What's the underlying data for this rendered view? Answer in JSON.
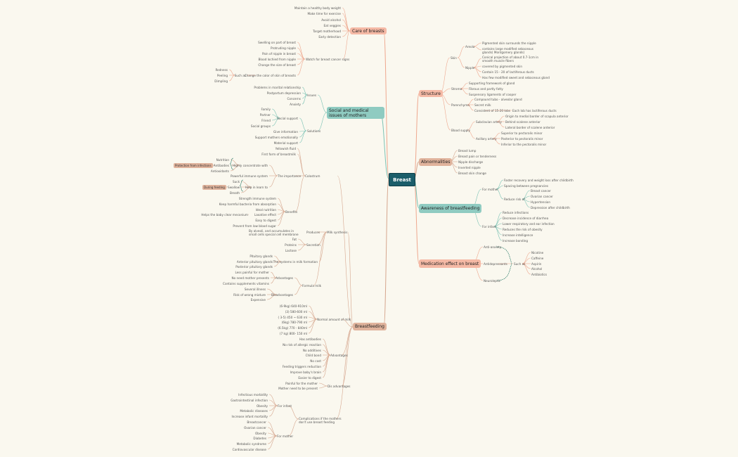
{
  "root": "Breast",
  "colors": {
    "salmon": "#f5b9a5",
    "teal": "#8fcbc1",
    "tan": "#e0b39c",
    "link_salmon": "#eea88f",
    "link_teal": "#7cc3b5",
    "link_tan": "#d6a78f",
    "root_bg": "#1b5e6a"
  },
  "care": {
    "title": "Care of breasts",
    "items": [
      "Maintain a healthy body weight",
      "Make time for exercise",
      "Avoid alcohol",
      "Eat veggies",
      "Target motherhood",
      "Early detection"
    ],
    "cancer_label": "Watch for breast cancer signs",
    "cancer_items": [
      "Swelling on part of breast",
      "Protruding nipple",
      "Pain of nipple in breast",
      "Blood lochied from nipple",
      "Change the size of breast",
      "Change the color of skin of breasts"
    ],
    "such_as": "Such as",
    "such_as_items": [
      "Redness",
      "Peeling",
      "Dimpling"
    ]
  },
  "social": {
    "title": "Social and medical issues of mothers",
    "issues_label": "Issues",
    "issues": [
      "Problems in marital relationship",
      "Postpartum depression",
      "Concerns",
      "Anxiety"
    ],
    "solutions_label": "Solutions",
    "social_support_label": "Social support",
    "social_support": [
      "Family",
      "Partner",
      "Friend",
      "Social groups"
    ],
    "solutions": [
      "Give information",
      "Support mothers emotionally",
      "Material support"
    ]
  },
  "colostrum": {
    "label": "Colostrum",
    "first": [
      "Yellowish fluid",
      "First form of breastmilk"
    ],
    "importance_label": "The importance",
    "concentrate_label": "Highly concentrate with",
    "concentrate": [
      "Nutrition",
      "Antibodies",
      "Antioxidants"
    ],
    "protection": "Protection from infections",
    "immune": "Powerful immune system",
    "learn_label": "Help in learn to",
    "learn": [
      "Suck",
      "Swallow",
      "Breath"
    ],
    "during": "During feeding",
    "benefits_label": "Benefits",
    "benefits": [
      "Strength immune system",
      "Keep harmful bacteria from absorption",
      "Ideal nutrition",
      "Laxative effect",
      "Easy to digest",
      "Prevent from low blood sugar"
    ],
    "helps_baby": "Helps the baby clear meconium"
  },
  "milk": {
    "label": "Milk synthesis",
    "produces_label": "Produces",
    "produces": "By alveoli, and accumulates in small cells special cell membrane",
    "secretion_label": "Secretion",
    "secretion": [
      "Fat",
      "Proteins",
      "Lactose"
    ],
    "system_label": "The systems in milk formation",
    "system": [
      "Pituitary glands",
      "Anterior pituitary glands",
      "Posterior pituitary glands"
    ],
    "formula_label": "Formula milk",
    "adv_label": "Advantages",
    "adv": [
      "Less painful for mother",
      "No need mother presents",
      "Contains supplements vitamins"
    ],
    "dis_label": "Disadvantages",
    "dis": [
      "Several illness",
      "Risk of wrong mixture",
      "Expensive"
    ]
  },
  "feeding": {
    "title": "Breastfeeding",
    "normal_label": "Normal amount of milk",
    "normal": [
      "(6-9kg) 640-910ml",
      "(3) 580-600 ml",
      "( 3-5) 450 ~ 630 ml",
      "(6kg) 780-790 ml",
      "(6.5kg) 770 - 840ml",
      "(7 kg) 800- 150 ml"
    ],
    "adv_label": "Advantages",
    "adv": [
      "Has antibodies",
      "No risk of allergic reaction",
      "No additives",
      "Child bond",
      "No cost",
      "Feeding triggers reduction",
      "Improve baby's brain",
      "Easier to digest"
    ],
    "dis_label": "Dis advantages",
    "dis": [
      "Painful for the mother",
      "Mother need to be present"
    ],
    "comp_label": "Complications if the mothers don't use breast feeding",
    "infant_label": "For infant",
    "infant": [
      "Infectious morbidity",
      "Gastrointestinal infection",
      "Obesity",
      "Metabolic diseases",
      "Increase infant mortality"
    ],
    "mother_label": "For mother",
    "mother": [
      "Breastcancer",
      "Ovarian cancer",
      "Obesity",
      "Diabetes",
      "Metabolic syndrome",
      "Cardiovascular disease"
    ]
  },
  "structure": {
    "title": "Structure",
    "skin_label": "Skin",
    "areola_label": "Areola",
    "areola": [
      "Pigmented skin surrounds the nipple",
      "contains large modified sebaceous glands( Montgomery glands)"
    ],
    "nipple_label": "Nipple",
    "nipple": [
      "Conical projection of about 0.7-1cm in smooth muscle fibers",
      "covered by pigmented skin",
      "Contain 15 - 20 of lactiferous ducts",
      "Has few modified sweet and sebaceous gland"
    ],
    "stroma_label": "Stroma",
    "stroma": [
      "Supporting framework of gland",
      "Fibrous and partly fatty",
      "Suspensory ligaments of cooper"
    ],
    "paren_label": "Parenchyma",
    "paren": [
      "Compound tubo - alveolar gland",
      "Secret milk",
      "Consistent of 15-20 lobs"
    ],
    "lobs_extra": "Each lob has lactiferous ducts",
    "blood_label": "Blood supply",
    "subclavian_label": "Subclavian artery",
    "subclavian": [
      "Origin to medial border of scapula anterior",
      "Behind scalene anterior",
      "Lateral border of scalene anterior"
    ],
    "axillary_label": "Axillary artery",
    "axillary": [
      "Superior to pectoralis minor",
      "Posterior to pectoralis minor",
      "Inferior to the pectoralis minor"
    ]
  },
  "abn": {
    "title": "Abnormalities",
    "items": [
      "Breast lump",
      "Breast pain or tenderness",
      "Nipple discharge",
      "Inverted nipple",
      "Breast skin change"
    ]
  },
  "aware": {
    "title": "Awareness of breastfeeding",
    "mother_label": "For mother",
    "mother": [
      "Faster recovery and weight loss after childbirth",
      "Spacing between pregnancies"
    ],
    "risk_label": "Reduce risk of",
    "risk": [
      "Breast cancer",
      "Ovarian cancer",
      "Hypertension",
      "Depression after childbirth"
    ],
    "infant_label": "For infant",
    "infant": [
      "Reduce infections",
      "Decrease incidence of diarrhea",
      "Lower respiratory and ear infection",
      "Reduces the risk of obesity",
      "Increase intelligence",
      "Increase bonding"
    ]
  },
  "med": {
    "title": "Medication effect on breast",
    "items": [
      "Anti-anxiety",
      "Antidepressants",
      "Neuroleptic"
    ],
    "such_as": "Such as",
    "such": [
      "Nicotine",
      "Caffeine",
      "Aspirin",
      "Alcohol",
      "Antibiotics"
    ]
  }
}
